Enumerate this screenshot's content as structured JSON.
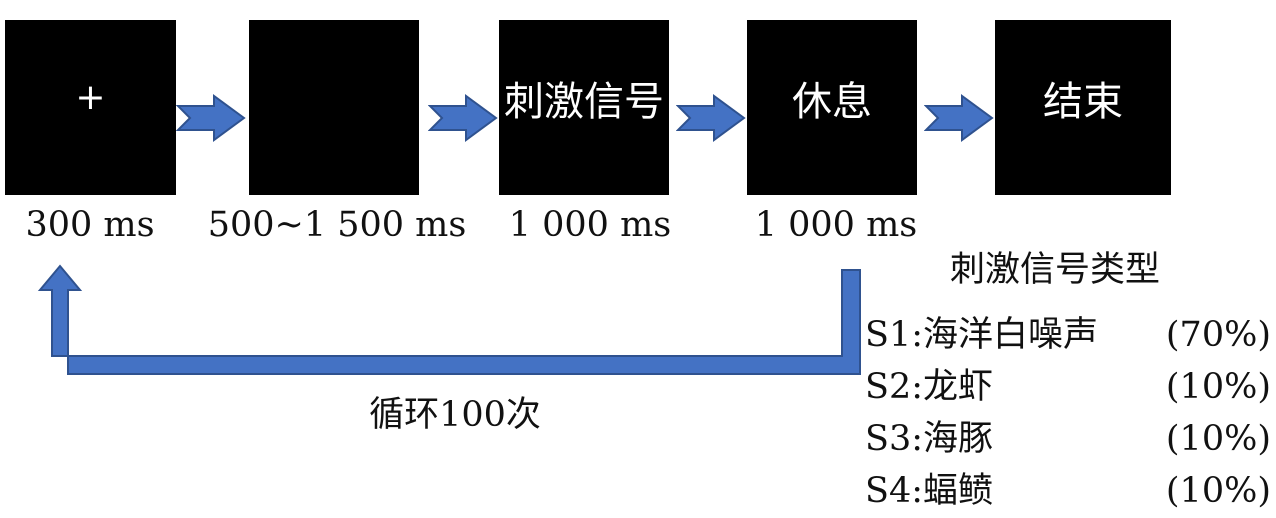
{
  "steps": [
    {
      "label": "+"
    },
    {
      "label": ""
    },
    {
      "label": "刺激信号"
    },
    {
      "label": "休息"
    },
    {
      "label": "结束"
    }
  ],
  "durations": [
    "300 ms",
    "500~1 500 ms",
    "1 000 ms",
    "1 000 ms"
  ],
  "loop": {
    "label": "循环100次"
  },
  "legend": {
    "title": "刺激信号类型",
    "items": [
      {
        "name": "S1:海洋白噪声",
        "percent": "(70%)"
      },
      {
        "name": "S2:龙虾",
        "percent": "(10%)"
      },
      {
        "name": "S3:海豚",
        "percent": "(10%)"
      },
      {
        "name": "S4:蝠鲼",
        "percent": "(10%)"
      }
    ]
  },
  "colors": {
    "arrow_fill": "#4472c4",
    "arrow_stroke": "#2f528f",
    "box_fill": "#000000",
    "box_text": "#ffffff"
  }
}
